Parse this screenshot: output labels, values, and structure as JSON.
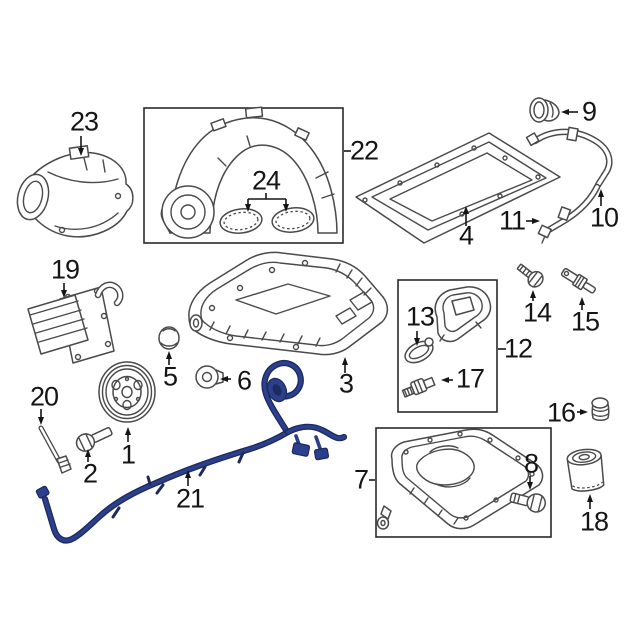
{
  "diagram": {
    "type": "exploded-parts-diagram",
    "colors": {
      "background": "#ffffff",
      "line": "#4a4a4a",
      "box": "#2a2a2a",
      "label": "#151515",
      "harness": "#2b3f8c",
      "harnessDark": "#1c2a5e"
    }
  },
  "callouts": {
    "c1": "1",
    "c2": "2",
    "c3": "3",
    "c4": "4",
    "c5": "5",
    "c6": "6",
    "c7": "7",
    "c8": "8",
    "c9": "9",
    "c10": "10",
    "c11": "11",
    "c12": "12",
    "c13": "13",
    "c14": "14",
    "c15": "15",
    "c16": "16",
    "c17": "17",
    "c18": "18",
    "c19": "19",
    "c20": "20",
    "c21": "21",
    "c22": "22",
    "c23": "23",
    "c24": "24"
  }
}
